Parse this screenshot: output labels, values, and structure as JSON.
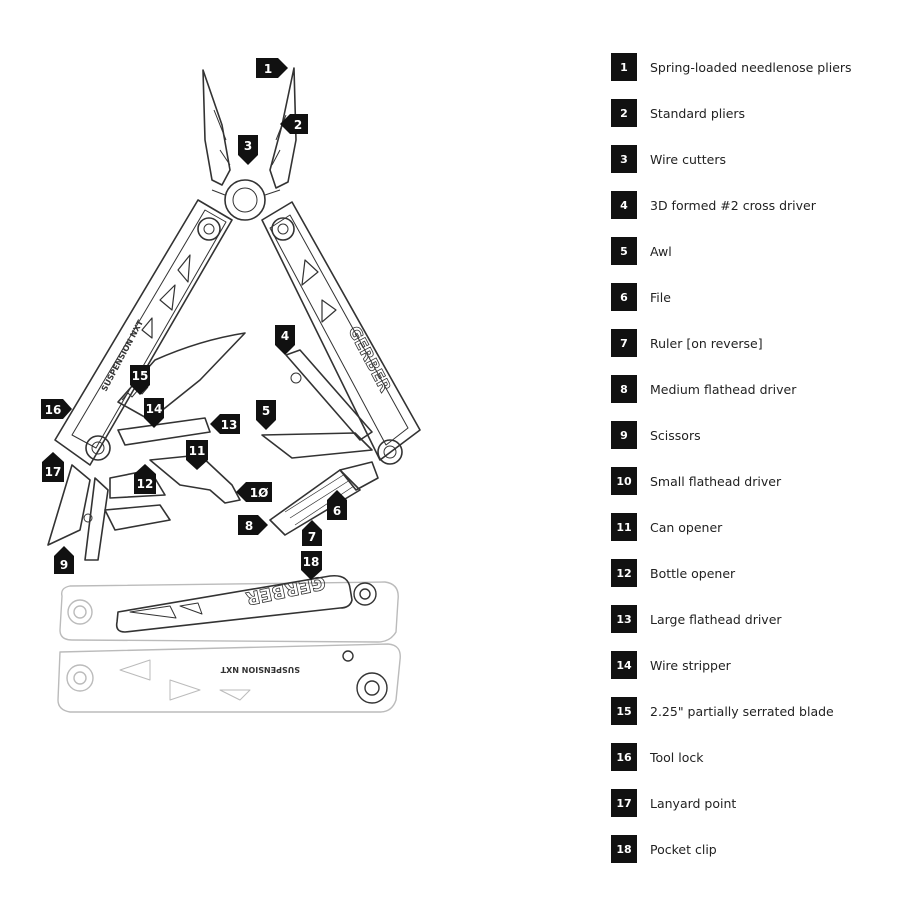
{
  "legend": [
    {
      "num": "1",
      "label": "Spring-loaded needlenose pliers"
    },
    {
      "num": "2",
      "label": "Standard pliers"
    },
    {
      "num": "3",
      "label": "Wire cutters"
    },
    {
      "num": "4",
      "label": "3D formed #2 cross driver"
    },
    {
      "num": "5",
      "label": "Awl"
    },
    {
      "num": "6",
      "label": "File"
    },
    {
      "num": "7",
      "label": "Ruler [on reverse]"
    },
    {
      "num": "8",
      "label": "Medium flathead driver"
    },
    {
      "num": "9",
      "label": "Scissors"
    },
    {
      "num": "10",
      "label": "Small flathead driver"
    },
    {
      "num": "11",
      "label": "Can opener"
    },
    {
      "num": "12",
      "label": "Bottle opener"
    },
    {
      "num": "13",
      "label": "Large flathead driver"
    },
    {
      "num": "14",
      "label": "Wire stripper"
    },
    {
      "num": "15",
      "label": "2.25\" partially serrated blade"
    },
    {
      "num": "16",
      "label": "Tool lock"
    },
    {
      "num": "17",
      "label": "Lanyard point"
    },
    {
      "num": "18",
      "label": "Pocket clip"
    }
  ],
  "callouts": {
    "c1": "1",
    "c2": "2",
    "c3": "3",
    "c4": "4",
    "c5": "5",
    "c6": "6",
    "c7": "7",
    "c8": "8",
    "c9": "9",
    "c10": "1Ø",
    "c11": "11",
    "c12": "12",
    "c13": "13",
    "c14": "14",
    "c15": "15",
    "c16": "16",
    "c17": "17",
    "c18": "18"
  },
  "engravings": {
    "brand_open": "GERBER",
    "model_open": "SUSPENSION NXT",
    "brand_closed": "GERBER",
    "model_closed": "SUSPENSION NXT"
  },
  "colors": {
    "badge": "#111111",
    "stroke": "#333333",
    "light_stroke": "#bbbbbb"
  }
}
